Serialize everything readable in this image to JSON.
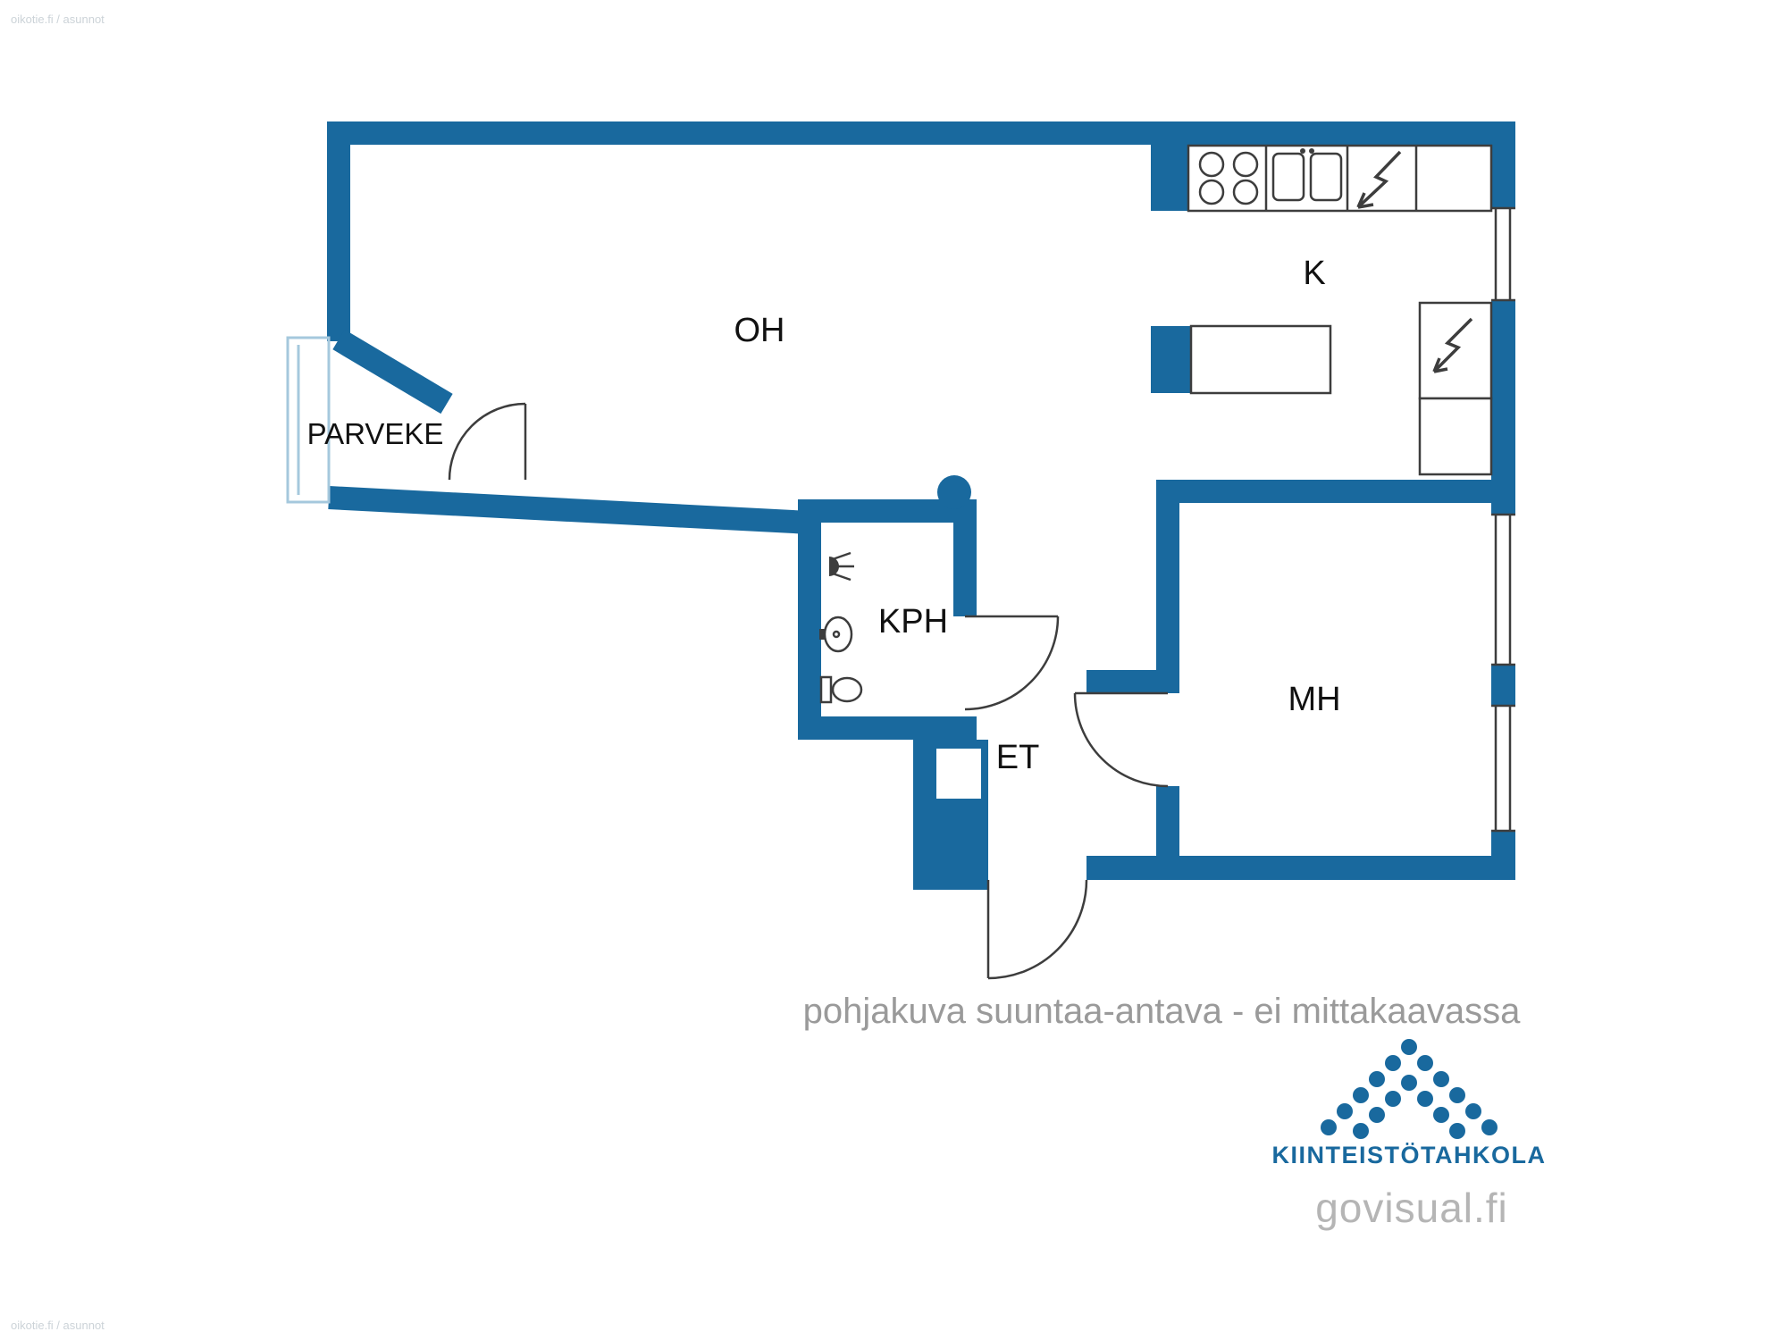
{
  "colors": {
    "wall": "#19699e",
    "fixture": "#3d3d3d",
    "balcony": "#a5c8dd",
    "label": "#111111",
    "disclaimer": "#9a9a9a",
    "brand-blue": "#19699e",
    "brand-gray": "#b5b5b5",
    "watermark": "#ccd3d8"
  },
  "rooms": {
    "living": "OH",
    "kitchen": "K",
    "balcony": "PARVEKE",
    "bathroom": "KPH",
    "bedroom": "MH",
    "hall": "ET"
  },
  "disclaimer": "pohjakuva suuntaa-antava - ei mittakaavassa",
  "branding": {
    "company": "KIINTEISTÖTAHKOLA",
    "site": "govisual.fi"
  },
  "watermark": "oikotie.fi / asunnot",
  "icons": {
    "stove": "four-burner-cooktop",
    "sink": "double-basin-sink",
    "electrical": "lightning-bolt",
    "shower": "shower-spray",
    "washbasin": "washbasin",
    "toilet": "toilet"
  }
}
